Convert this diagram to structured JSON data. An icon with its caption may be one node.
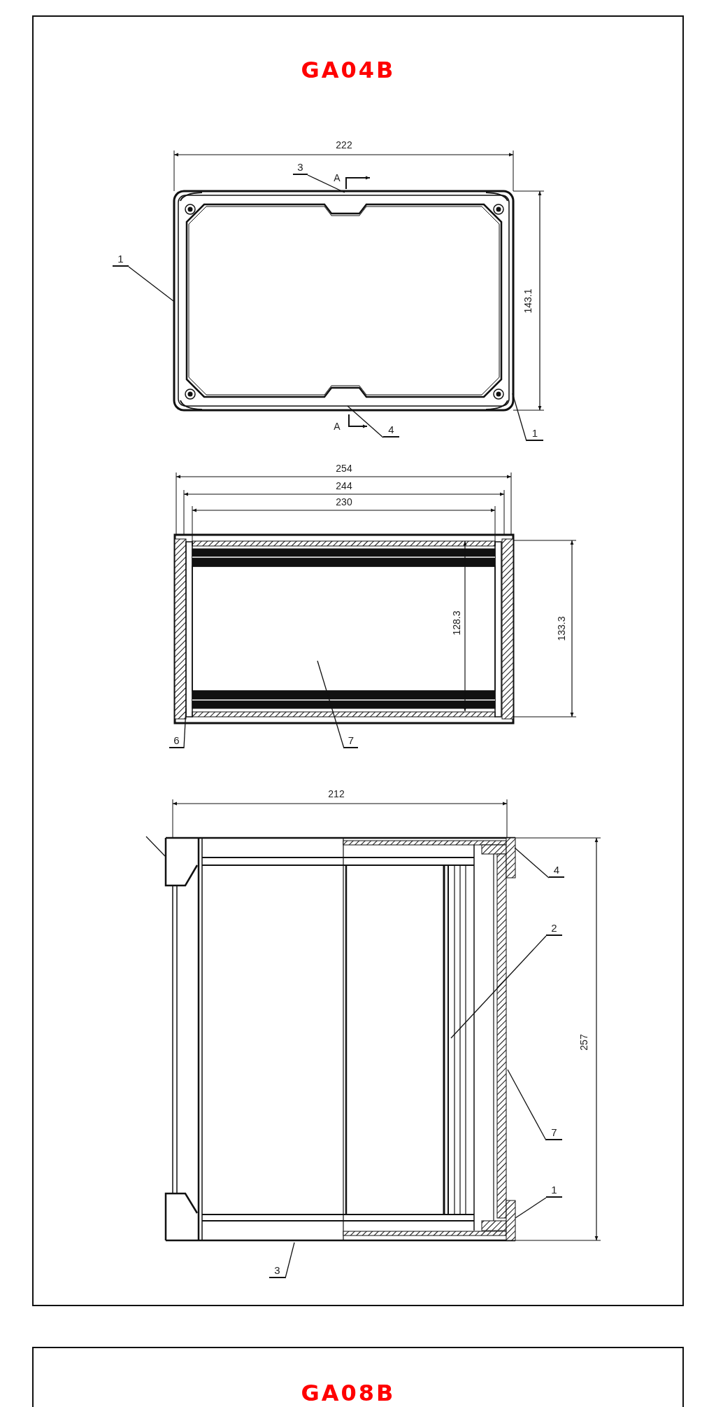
{
  "diagram": {
    "nodes": [
      {
        "text": [
          "3"
        ]
      },
      {
        "text": [
          "1"
        ]
      },
      {
        "text": [
          "4"
        ]
      },
      {
        "text": [
          "1"
        ]
      },
      {
        "text": [
          "6"
        ]
      },
      {
        "text": [
          "7"
        ]
      },
      {
        "text": [
          "4"
        ]
      },
      {
        "text": [
          "2"
        ]
      },
      {
        "text": [
          "7"
        ]
      },
      {
        "text": [
          "1"
        ]
      },
      {
        "text": [
          "3"
        ]
      },
      {
        "text": [],
        "shape": "picture"
      },
      {
        "text": [],
        "shape": "picture"
      },
      {
        "text": [],
        "shape": "picture"
      }
    ],
    "edges": [
      {
        "from": 0,
        "to": 11,
        "arrow": "none"
      },
      {
        "from": 1,
        "to": 11,
        "arrow": "none"
      },
      {
        "from": 2,
        "to": 11,
        "arrow": "none"
      },
      {
        "from": 3,
        "to": 11,
        "arrow": "none"
      },
      {
        "from": 4,
        "to": 12,
        "arrow": "none"
      },
      {
        "from": 5,
        "to": 12,
        "arrow": "none"
      },
      {
        "from": 6,
        "to": 13,
        "arrow": "none"
      },
      {
        "from": 7,
        "to": 13,
        "arrow": "none"
      },
      {
        "from": 8,
        "to": 13,
        "arrow": "none"
      },
      {
        "from": 9,
        "to": 13,
        "arrow": "none"
      },
      {
        "from": 10,
        "to": 13,
        "arrow": "none"
      }
    ],
    "labels": [
      "GA04B",
      "222",
      "A",
      "143.1",
      "A",
      "254",
      "244",
      "230",
      "128.3",
      "133.3",
      "212",
      "257",
      "GA08B"
    ]
  }
}
